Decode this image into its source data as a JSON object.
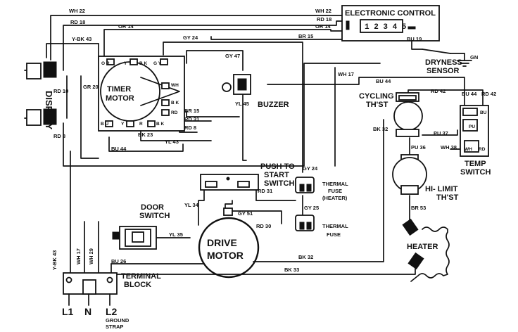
{
  "components": {
    "electronic_control": "ELECTRONIC CONTROL",
    "control_pins": "1 2 3 4 5",
    "display": "DISPLAY",
    "timer_motor_1": "TIMER",
    "timer_motor_2": "MOTOR",
    "buzzer": "BUZZER",
    "dryness_sensor_1": "DRYNESS",
    "dryness_sensor_2": "SENSOR",
    "cycling_thst_1": "CYCLING",
    "cycling_thst_2": "TH'ST",
    "temp_switch_1": "TEMP",
    "temp_switch_2": "SWITCH",
    "push_to_start_1": "PUSH TO",
    "push_to_start_2": "START",
    "push_to_start_3": "SWITCH",
    "thermal_fuse_heater_1": "THERMAL",
    "thermal_fuse_heater_2": "FUSE",
    "thermal_fuse_heater_3": "(HEATER)",
    "thermal_fuse_1": "THERMAL",
    "thermal_fuse_2": "FUSE",
    "hi_limit_1": "HI- LIMIT",
    "hi_limit_2": "TH'ST",
    "heater": "HEATER",
    "door_switch_1": "DOOR",
    "door_switch_2": "SWITCH",
    "drive_motor_1": "DRIVE",
    "drive_motor_2": "MOTOR",
    "terminal_block_1": "TERMINAL",
    "terminal_block_2": "BLOCK",
    "l1": "L1",
    "n": "N",
    "l2": "L2",
    "ground_strap_1": "GROUND",
    "ground_strap_2": "STRAP",
    "gn": "GN"
  },
  "wires": {
    "wh22_top": "WH 22",
    "wh22_ctl": "WH 22",
    "rd18_top": "RD 18",
    "rd18_ctl": "RD 18",
    "or14_top": "OR 14",
    "or14_ctl": "OR 14",
    "gy24_top": "GY 24",
    "br15_ctl": "BR 15",
    "gy47": "GY 47",
    "ybk43_top": "Y-BK 43",
    "rd10": "RD 10",
    "gr20": "GR 20",
    "rd8": "RD 8",
    "yl45_buzzer": "YL 45",
    "wh17": "WH 17",
    "bu44_top": "BU 44",
    "bu19": "BU 19",
    "rd42": "RD 42",
    "bu44_right": "BU 44",
    "rd42_right": "RD 42",
    "bk32_vert": "BK 32",
    "pu37": "PU 37",
    "pu36": "PU 36",
    "wh38": "WH 38",
    "br53": "BR 53",
    "br15_timer": "BR 15",
    "rd31_timer": "RD 31",
    "rd8_timer": "RD 8",
    "bk23": "BK 23",
    "yl43": "YL 43",
    "bu44_timer": "BU 44",
    "gy24_fuse": "GY 24",
    "rd31_start": "RD 31",
    "yl34": "YL 34",
    "gy51": "GY 51",
    "rd30": "RD 30",
    "gy25": "GY 25",
    "yl35": "YL 35",
    "bk32_bottom": "BK 32",
    "bk33": "BK 33",
    "bu26": "BU 26",
    "ybk43_vert": "Y-BK 43",
    "wh17_vert": "WH 17",
    "wh29": "WH 29"
  },
  "terminals": {
    "timer_or": "O R",
    "timer_y": "Y",
    "timer_bk": "B K",
    "timer_gy": "G Y",
    "timer_wh": "WH",
    "timer_bk2": "B K",
    "timer_rd": "RD",
    "timer_bu": "B U",
    "timer_y2": "Y",
    "timer_r": "R",
    "timer_bk3": "B K",
    "sw_bu": "BU",
    "sw_pu": "PU",
    "sw_wh": "WH",
    "sw_rd": "RD"
  }
}
